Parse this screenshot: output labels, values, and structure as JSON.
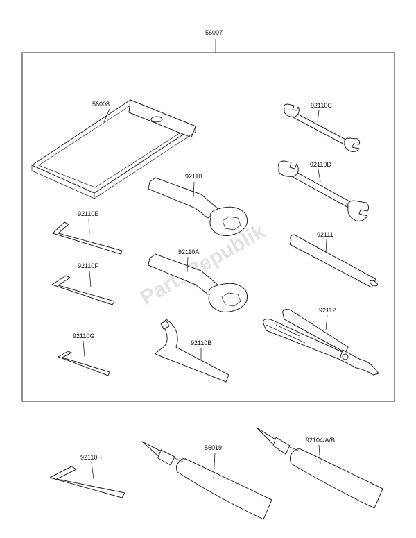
{
  "kit_label": "56007",
  "watermark": "PartsRepublik",
  "parts": {
    "p56008": "56008",
    "p92110C": "92110C",
    "p92110D": "92110D",
    "p92110": "92110",
    "p92110E": "92110E",
    "p92110A": "92110A",
    "p92111": "92111",
    "p92110F": "92110F",
    "p92112": "92112",
    "p92110G": "92110G",
    "p92110B": "92110B",
    "p92110H": "92110H",
    "p56019": "56019",
    "p92104": "92104/A/B"
  }
}
